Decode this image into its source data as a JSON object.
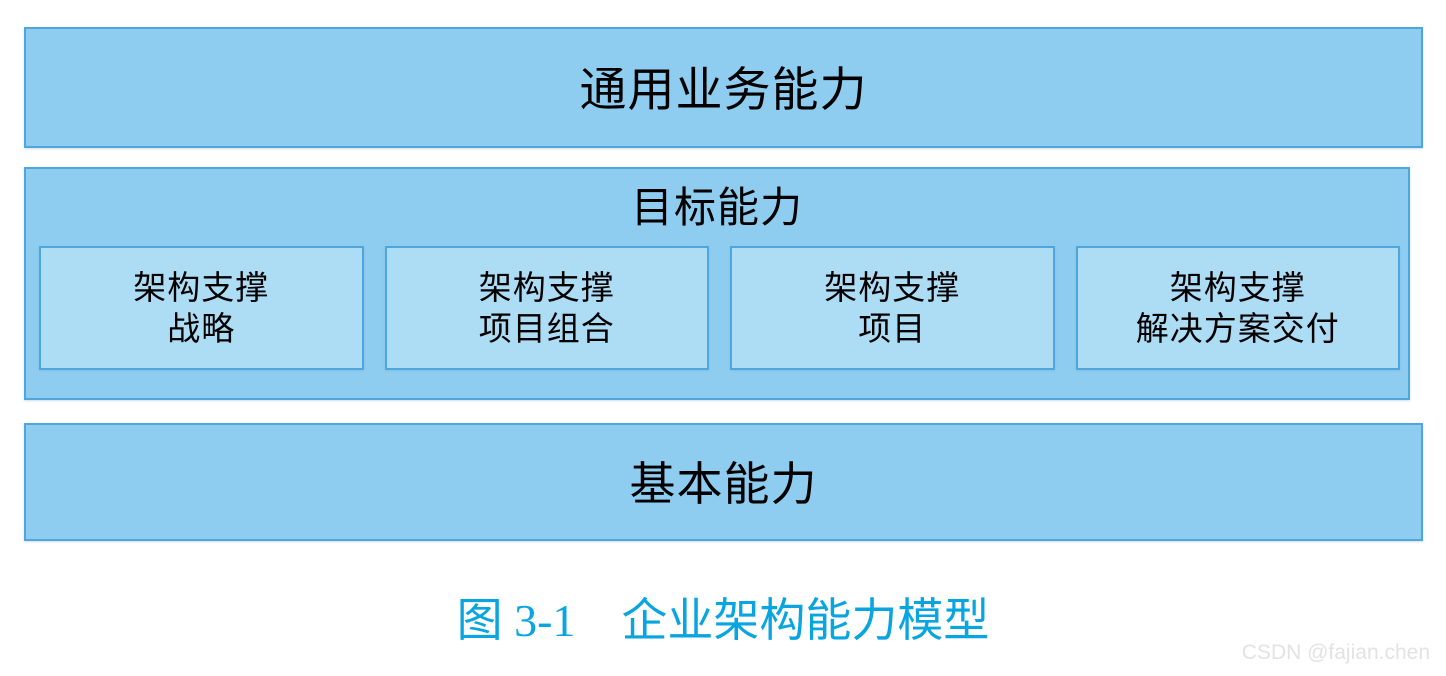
{
  "diagram": {
    "title": "企业架构能力模型",
    "colors": {
      "band_fill": "#8ECDF0",
      "inner_fill": "#ADDCF5",
      "border": "#4FA6DC",
      "caption": "#09A5E0",
      "text": "#000000",
      "background": "#FFFFFF",
      "watermark": "#E3E3E3"
    },
    "layers": {
      "top": {
        "label": "通用业务能力"
      },
      "middle": {
        "label": "目标能力",
        "boxes": [
          {
            "line1": "架构支撑",
            "line2": "战略"
          },
          {
            "line1": "架构支撑",
            "line2": "项目组合"
          },
          {
            "line1": "架构支撑",
            "line2": "项目"
          },
          {
            "line1": "架构支撑",
            "line2": "解决方案交付"
          }
        ]
      },
      "bottom": {
        "label": "基本能力"
      }
    }
  },
  "caption": {
    "text": "图 3-1　企业架构能力模型",
    "figure_number": "图 3-1",
    "figure_title": "企业架构能力模型"
  },
  "watermark": {
    "text": "CSDN @fajian.chen"
  }
}
